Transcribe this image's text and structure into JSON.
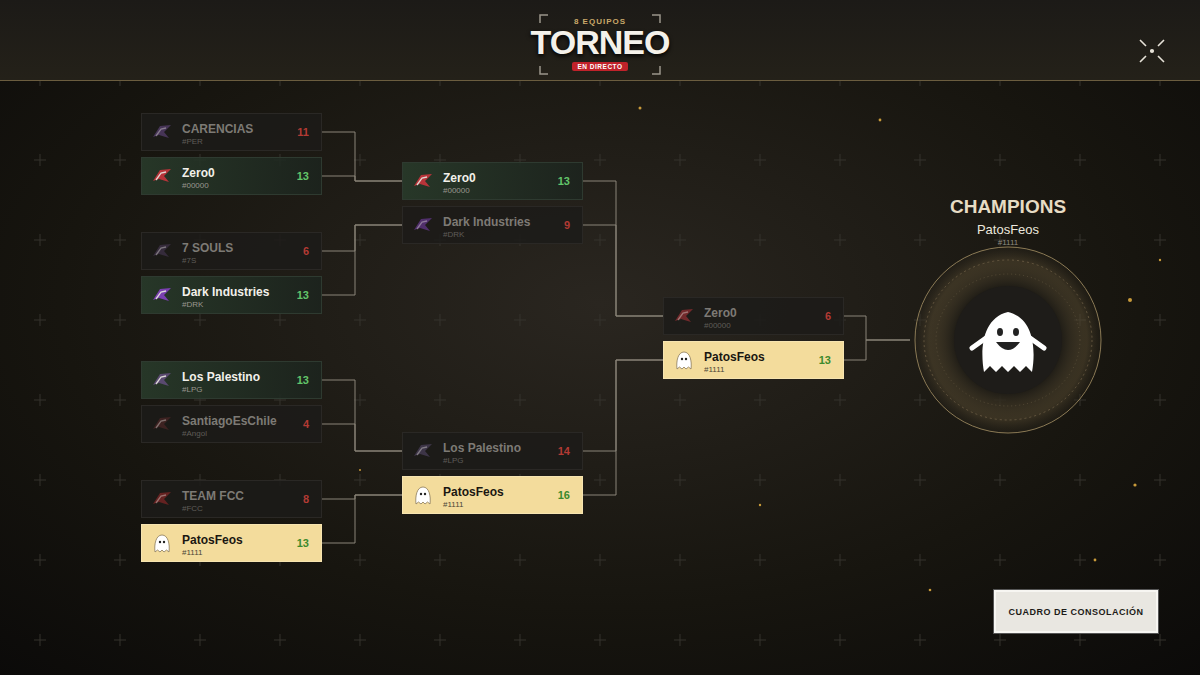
{
  "diagram": {
    "nodes": [
      {
        "text": [
          "CARENCIAS",
          "#PER",
          "11"
        ]
      },
      {
        "text": [
          "Zero0",
          "#00000",
          "13"
        ]
      },
      {
        "text": [
          "7 SOULS",
          "#7S",
          "6"
        ]
      },
      {
        "text": [
          "Dark Industries",
          "#DRK",
          "13"
        ]
      },
      {
        "text": [
          "Los Palestino",
          "#LPG",
          "13"
        ]
      },
      {
        "text": [
          "SantiagoEsChile",
          "#Angol",
          "4"
        ]
      },
      {
        "text": [
          "TEAM FCC",
          "#FCC",
          "8"
        ]
      },
      {
        "text": [
          "PatosFeos",
          "#1111",
          "13"
        ]
      },
      {
        "text": [
          "Zero0",
          "#00000",
          "13"
        ]
      },
      {
        "text": [
          "Dark Industries",
          "#DRK",
          "9"
        ]
      },
      {
        "text": [
          "Los Palestino",
          "#LPG",
          "14"
        ]
      },
      {
        "text": [
          "PatosFeos",
          "#1111",
          "16"
        ]
      },
      {
        "text": [
          "Zero0",
          "#00000",
          "6"
        ]
      },
      {
        "text": [
          "PatosFeos",
          "#1111",
          "13"
        ]
      },
      {
        "text": [
          "CHAMPIONS",
          "PatosFeos",
          "#1111"
        ]
      },
      {
        "text": [
          "CUADRO DE CONSOLACIÓN"
        ]
      }
    ],
    "edges": [
      {
        "from": 0,
        "to": 8,
        "arrow": "none"
      },
      {
        "from": 1,
        "to": 8,
        "arrow": "none"
      },
      {
        "from": 2,
        "to": 9,
        "arrow": "none"
      },
      {
        "from": 3,
        "to": 9,
        "arrow": "none"
      },
      {
        "from": 4,
        "to": 10,
        "arrow": "none"
      },
      {
        "from": 5,
        "to": 10,
        "arrow": "none"
      },
      {
        "from": 6,
        "to": 11,
        "arrow": "none"
      },
      {
        "from": 7,
        "to": 11,
        "arrow": "none"
      },
      {
        "from": 8,
        "to": 12,
        "arrow": "none"
      },
      {
        "from": 9,
        "to": 12,
        "arrow": "none"
      },
      {
        "from": 10,
        "to": 13,
        "arrow": "none"
      },
      {
        "from": 11,
        "to": 13,
        "arrow": "none"
      },
      {
        "from": 12,
        "to": 14,
        "arrow": "none"
      },
      {
        "from": 13,
        "to": 14,
        "arrow": "none"
      }
    ],
    "labels": [
      "8 EQUIPOS",
      "TORNEO",
      "EN DIRECTO"
    ]
  }
}
